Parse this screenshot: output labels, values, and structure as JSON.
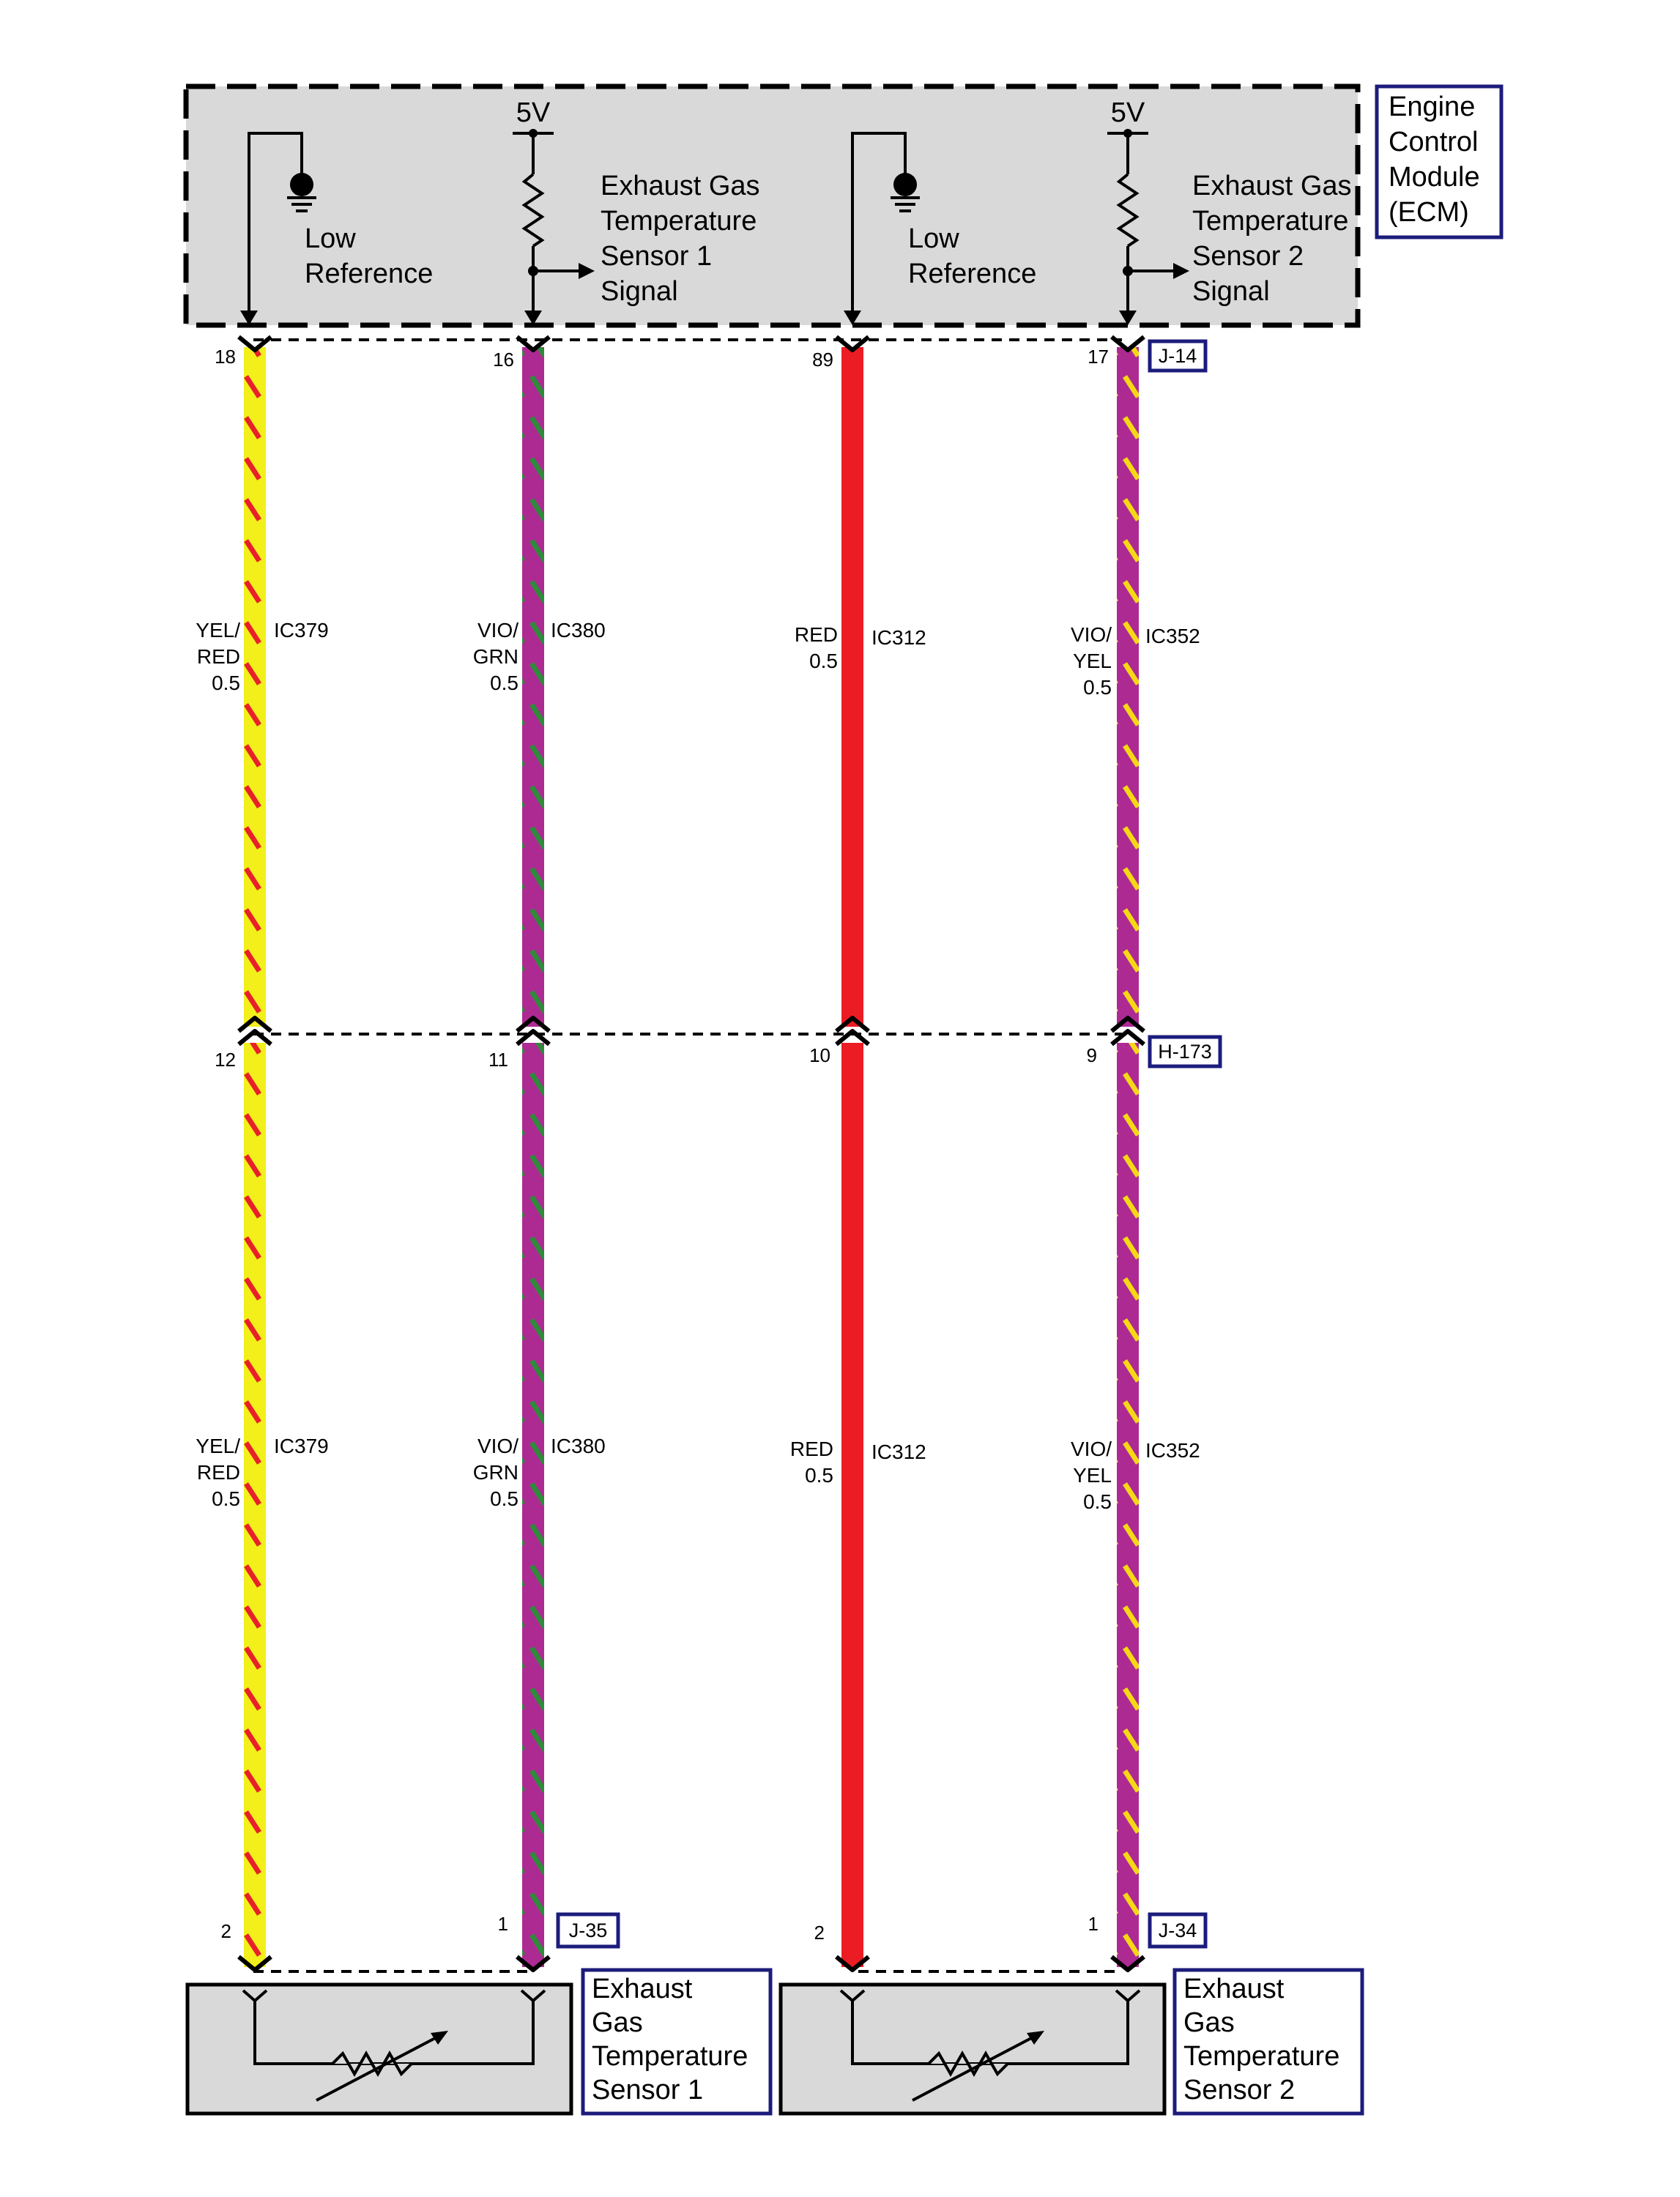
{
  "ecm": {
    "title": [
      "Engine",
      "Control",
      "Module",
      "(ECM)"
    ],
    "voltage_1": "5V",
    "voltage_2": "5V",
    "low_ref_1": [
      "Low",
      "Reference"
    ],
    "low_ref_2": [
      "Low",
      "Reference"
    ],
    "signal_1": [
      "Exhaust Gas",
      "Temperature",
      "Sensor 1",
      "Signal"
    ],
    "signal_2": [
      "Exhaust Gas",
      "Temperature",
      "Sensor 2",
      "Signal"
    ]
  },
  "connectors": {
    "ecm": "J-14",
    "inline": "H-173",
    "sensor_1": "J-35",
    "sensor_2": "J-34"
  },
  "circuits": [
    {
      "top_pin": "18",
      "mid_pin": "12",
      "bottom_pin": "2",
      "color_label": [
        "YEL/",
        "RED",
        "0.5"
      ],
      "circuit": "IC379",
      "base_color": "#f2ef1b",
      "stripe_color": "#e8202a"
    },
    {
      "top_pin": "16",
      "mid_pin": "11",
      "bottom_pin": "1",
      "color_label": [
        "VIO/",
        "GRN",
        "0.5"
      ],
      "circuit": "IC380",
      "base_color": "#ad2a93",
      "stripe_color": "#2e8b3a"
    },
    {
      "top_pin": "89",
      "mid_pin": "10",
      "bottom_pin": "2",
      "color_label": [
        "RED",
        "0.5"
      ],
      "circuit": "IC312",
      "base_color": "#ec1c24",
      "stripe_color": ""
    },
    {
      "top_pin": "17",
      "mid_pin": "9",
      "bottom_pin": "1",
      "color_label": [
        "VIO/",
        "YEL",
        "0.5"
      ],
      "circuit": "IC352",
      "base_color": "#ad2a93",
      "stripe_color": "#f5d914"
    }
  ],
  "sensors": [
    {
      "title": [
        "Exhaust",
        "Gas",
        "Temperature",
        "Sensor 1"
      ]
    },
    {
      "title": [
        "Exhaust",
        "Gas",
        "Temperature",
        "Sensor 2"
      ]
    }
  ],
  "colors": {
    "module_fill": "#d9d9d9",
    "label_border": "#1c1c7c"
  }
}
